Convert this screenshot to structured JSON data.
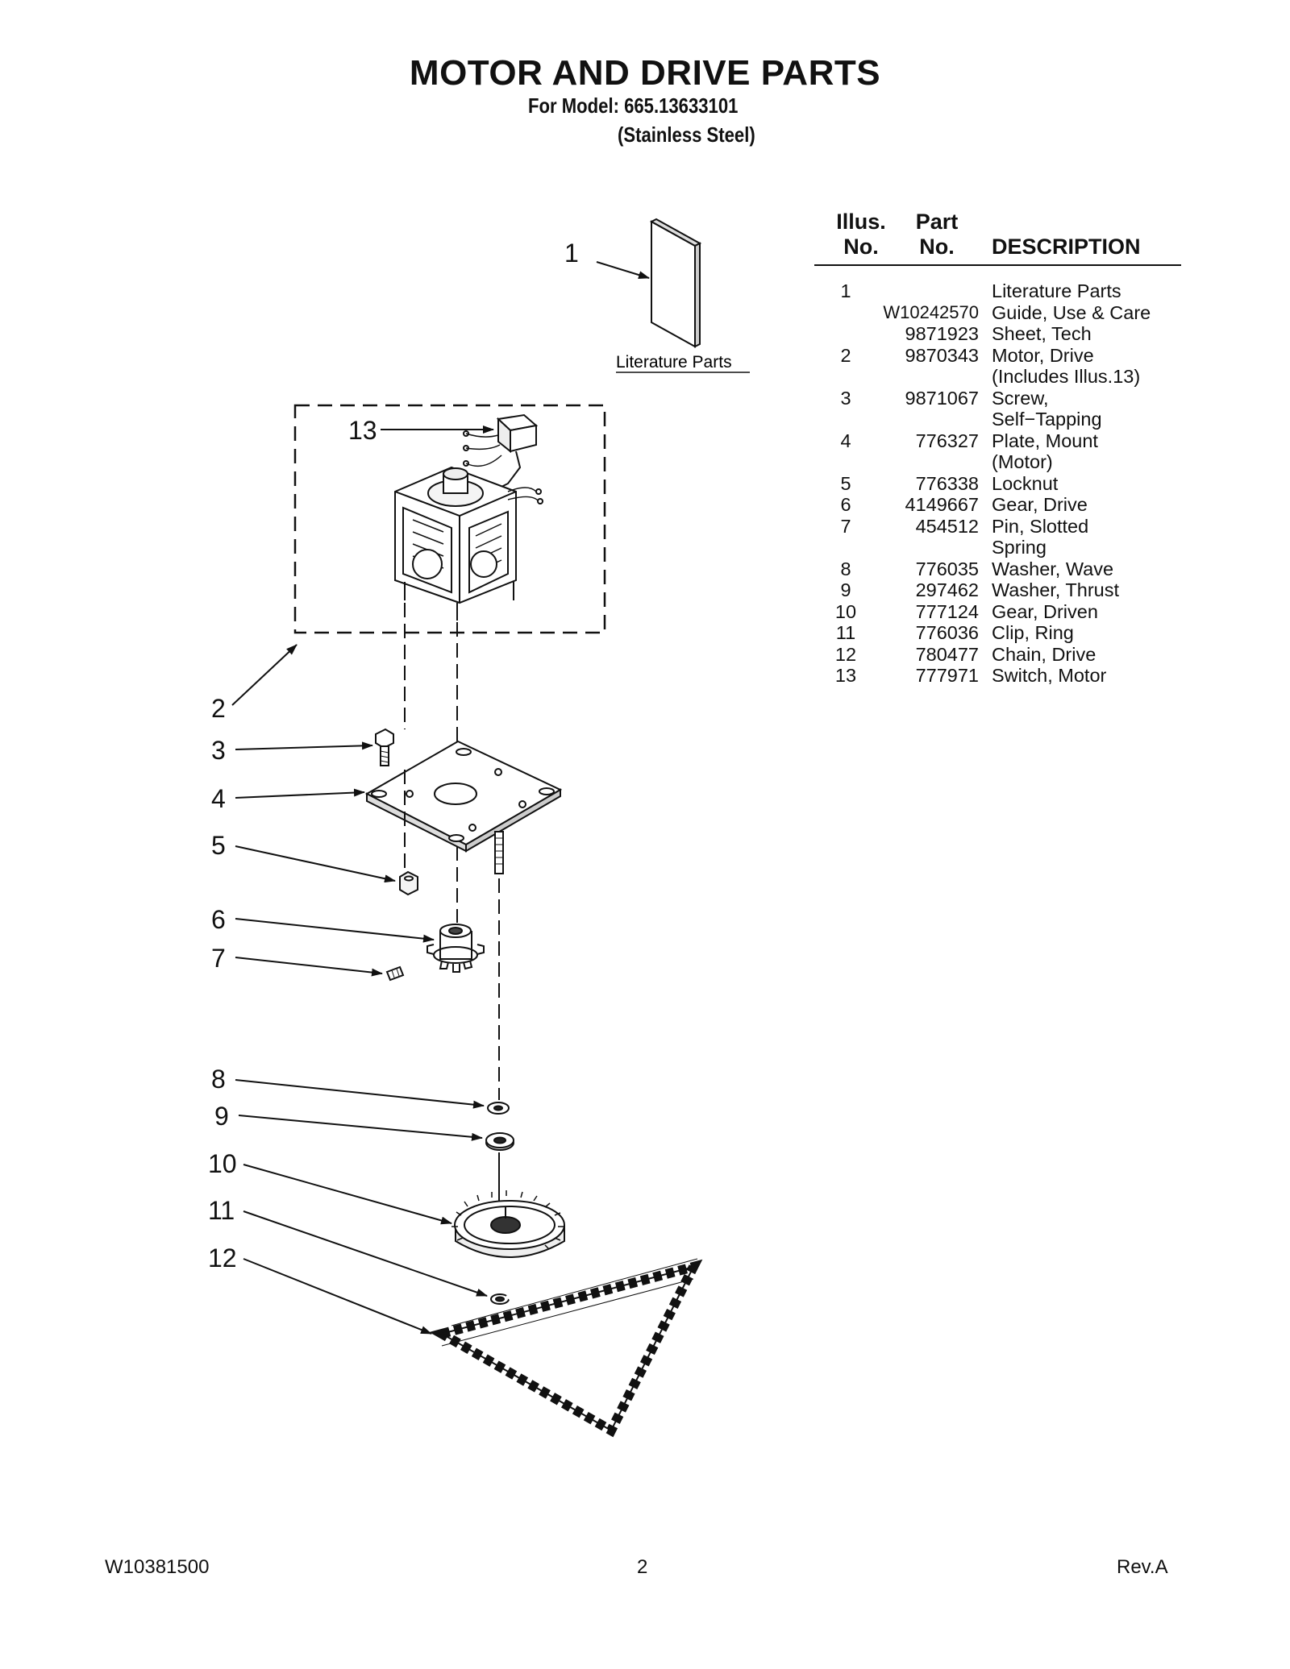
{
  "header": {
    "title": "MOTOR AND DRIVE PARTS",
    "model_line": "For Model: 665.13633101",
    "finish_line": "(Stainless Steel)"
  },
  "diagram": {
    "literature_label": "Literature Parts",
    "callouts": [
      "1",
      "2",
      "3",
      "4",
      "5",
      "6",
      "7",
      "8",
      "9",
      "10",
      "11",
      "12",
      "13"
    ]
  },
  "table": {
    "headers": {
      "illus_line1": "Illus.",
      "illus_line2": "No.",
      "part_line1": "Part",
      "part_line2": "No.",
      "description": "DESCRIPTION"
    },
    "rows": [
      {
        "illus": "1",
        "part": "",
        "desc": "Literature Parts"
      },
      {
        "illus": "",
        "part": "W10242570",
        "desc": "Guide, Use & Care"
      },
      {
        "illus": "",
        "part": "9871923",
        "desc": "Sheet, Tech"
      },
      {
        "illus": "2",
        "part": "9870343",
        "desc": "Motor, Drive"
      },
      {
        "illus": "",
        "part": "",
        "desc": "(Includes Illus.13)"
      },
      {
        "illus": "3",
        "part": "9871067",
        "desc": "Screw,"
      },
      {
        "illus": "",
        "part": "",
        "desc": "Self−Tapping"
      },
      {
        "illus": "4",
        "part": "776327",
        "desc": "Plate, Mount"
      },
      {
        "illus": "",
        "part": "",
        "desc": "(Motor)"
      },
      {
        "illus": "5",
        "part": "776338",
        "desc": "Locknut"
      },
      {
        "illus": "6",
        "part": "4149667",
        "desc": "Gear, Drive"
      },
      {
        "illus": "7",
        "part": "454512",
        "desc": "Pin, Slotted"
      },
      {
        "illus": "",
        "part": "",
        "desc": "Spring"
      },
      {
        "illus": "8",
        "part": "776035",
        "desc": "Washer, Wave"
      },
      {
        "illus": "9",
        "part": "297462",
        "desc": "Washer, Thrust"
      },
      {
        "illus": "10",
        "part": "777124",
        "desc": "Gear, Driven"
      },
      {
        "illus": "11",
        "part": "776036",
        "desc": "Clip, Ring"
      },
      {
        "illus": "12",
        "part": "780477",
        "desc": "Chain, Drive"
      },
      {
        "illus": "13",
        "part": "777971",
        "desc": "Switch, Motor"
      }
    ]
  },
  "footer": {
    "doc_number": "W10381500",
    "page": "2",
    "revision": "Rev.A"
  }
}
